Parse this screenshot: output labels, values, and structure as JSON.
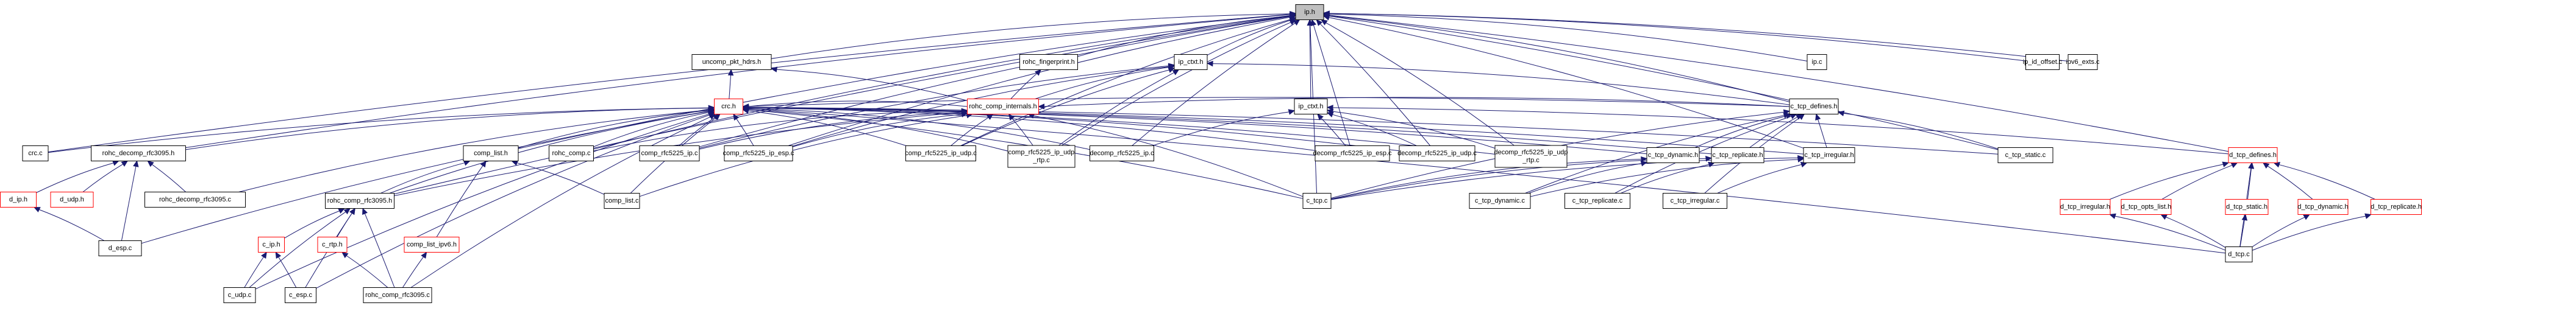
{
  "title": "ip.h include dependency graph",
  "colors": {
    "edge": "#191970",
    "root_fill": "#bfbfbf",
    "undocumented_border": "#ff0000",
    "documented_border": "#000000"
  },
  "root": "ip.h",
  "nodes": [
    {
      "id": "ip_h",
      "label": [
        "ip.h"
      ],
      "kind": "root"
    },
    {
      "id": "uncomp_pkt_hdrs_h",
      "label": [
        "uncomp_pkt_hdrs.h"
      ],
      "kind": "doc"
    },
    {
      "id": "rohc_fingerprint_h",
      "label": [
        "rohc_fingerprint.h"
      ],
      "kind": "doc"
    },
    {
      "id": "ip_ctxt_h_a",
      "label": [
        "ip_ctxt.h"
      ],
      "kind": "doc"
    },
    {
      "id": "ip_c",
      "label": [
        "ip.c"
      ],
      "kind": "doc"
    },
    {
      "id": "ip_id_offset_c",
      "label": [
        "ip_id_offset.c"
      ],
      "kind": "doc"
    },
    {
      "id": "ipv6_exts_c",
      "label": [
        "ipv6_exts.c"
      ],
      "kind": "doc"
    },
    {
      "id": "crc_h",
      "label": [
        "crc.h"
      ],
      "kind": "undoc"
    },
    {
      "id": "rohc_comp_internals_h",
      "label": [
        "rohc_comp_internals.h"
      ],
      "kind": "undoc"
    },
    {
      "id": "ip_ctxt_h_b",
      "label": [
        "ip_ctxt.h"
      ],
      "kind": "doc"
    },
    {
      "id": "c_tcp_defines_h",
      "label": [
        "c_tcp_defines.h"
      ],
      "kind": "doc"
    },
    {
      "id": "crc_c",
      "label": [
        "crc.c"
      ],
      "kind": "doc"
    },
    {
      "id": "rohc_decomp_rfc3095_h",
      "label": [
        "rohc_decomp_rfc3095.h"
      ],
      "kind": "doc"
    },
    {
      "id": "comp_list_h",
      "label": [
        "comp_list.h"
      ],
      "kind": "doc"
    },
    {
      "id": "rohc_comp_c",
      "label": [
        "rohc_comp.c"
      ],
      "kind": "doc"
    },
    {
      "id": "comp_rfc5225_ip_c",
      "label": [
        "comp_rfc5225_ip.c"
      ],
      "kind": "doc"
    },
    {
      "id": "comp_rfc5225_ip_esp_c",
      "label": [
        "comp_rfc5225_ip_esp.c"
      ],
      "kind": "doc"
    },
    {
      "id": "comp_rfc5225_ip_udp_c",
      "label": [
        "comp_rfc5225_ip_udp.c"
      ],
      "kind": "doc"
    },
    {
      "id": "comp_rfc5225_ip_udp_rtp_c",
      "label": [
        "comp_rfc5225_ip_udp",
        "_rtp.c"
      ],
      "kind": "doc"
    },
    {
      "id": "decomp_rfc5225_ip_c",
      "label": [
        "decomp_rfc5225_ip.c"
      ],
      "kind": "doc"
    },
    {
      "id": "decomp_rfc5225_ip_esp_c",
      "label": [
        "decomp_rfc5225_ip_esp.c"
      ],
      "kind": "doc"
    },
    {
      "id": "decomp_rfc5225_ip_udp_c",
      "label": [
        "decomp_rfc5225_ip_udp.c"
      ],
      "kind": "doc"
    },
    {
      "id": "decomp_rfc5225_ip_udp_rtp_c",
      "label": [
        "decomp_rfc5225_ip_udp",
        "_rtp.c"
      ],
      "kind": "doc"
    },
    {
      "id": "c_tcp_dynamic_h",
      "label": [
        "c_tcp_dynamic.h"
      ],
      "kind": "doc"
    },
    {
      "id": "c_tcp_replicate_h",
      "label": [
        "c_tcp_replicate.h"
      ],
      "kind": "doc"
    },
    {
      "id": "c_tcp_irregular_h",
      "label": [
        "c_tcp_irregular.h"
      ],
      "kind": "doc"
    },
    {
      "id": "c_tcp_static_c",
      "label": [
        "c_tcp_static.c"
      ],
      "kind": "doc"
    },
    {
      "id": "d_tcp_defines_h",
      "label": [
        "d_tcp_defines.h"
      ],
      "kind": "undoc"
    },
    {
      "id": "d_ip_h",
      "label": [
        "d_ip.h"
      ],
      "kind": "undoc"
    },
    {
      "id": "d_udp_h",
      "label": [
        "d_udp.h"
      ],
      "kind": "undoc"
    },
    {
      "id": "rohc_decomp_rfc3095_c",
      "label": [
        "rohc_decomp_rfc3095.c"
      ],
      "kind": "doc"
    },
    {
      "id": "rohc_comp_rfc3095_h",
      "label": [
        "rohc_comp_rfc3095.h"
      ],
      "kind": "doc"
    },
    {
      "id": "comp_list_c",
      "label": [
        "comp_list.c"
      ],
      "kind": "doc"
    },
    {
      "id": "c_tcp_c",
      "label": [
        "c_tcp.c"
      ],
      "kind": "doc"
    },
    {
      "id": "c_tcp_dynamic_c",
      "label": [
        "c_tcp_dynamic.c"
      ],
      "kind": "doc"
    },
    {
      "id": "c_tcp_replicate_c",
      "label": [
        "c_tcp_replicate.c"
      ],
      "kind": "doc"
    },
    {
      "id": "c_tcp_irregular_c",
      "label": [
        "c_tcp_irregular.c"
      ],
      "kind": "doc"
    },
    {
      "id": "d_tcp_irregular_h",
      "label": [
        "d_tcp_irregular.h"
      ],
      "kind": "undoc"
    },
    {
      "id": "d_tcp_opts_list_h",
      "label": [
        "d_tcp_opts_list.h"
      ],
      "kind": "undoc"
    },
    {
      "id": "d_tcp_static_h",
      "label": [
        "d_tcp_static.h"
      ],
      "kind": "undoc"
    },
    {
      "id": "d_tcp_dynamic_h",
      "label": [
        "d_tcp_dynamic.h"
      ],
      "kind": "undoc"
    },
    {
      "id": "d_tcp_replicate_h",
      "label": [
        "d_tcp_replicate.h"
      ],
      "kind": "undoc"
    },
    {
      "id": "d_esp_c",
      "label": [
        "d_esp.c"
      ],
      "kind": "doc"
    },
    {
      "id": "c_ip_h",
      "label": [
        "c_ip.h"
      ],
      "kind": "undoc"
    },
    {
      "id": "c_rtp_h",
      "label": [
        "c_rtp.h"
      ],
      "kind": "undoc"
    },
    {
      "id": "comp_list_ipv6_h",
      "label": [
        "comp_list_ipv6.h"
      ],
      "kind": "undoc"
    },
    {
      "id": "d_tcp_c",
      "label": [
        "d_tcp.c"
      ],
      "kind": "doc"
    },
    {
      "id": "c_udp_c",
      "label": [
        "c_udp.c"
      ],
      "kind": "doc"
    },
    {
      "id": "c_esp_c",
      "label": [
        "c_esp.c"
      ],
      "kind": "doc"
    },
    {
      "id": "rohc_comp_rfc3095_c",
      "label": [
        "rohc_comp_rfc3095.c"
      ],
      "kind": "doc"
    }
  ],
  "edges": [
    [
      "uncomp_pkt_hdrs_h",
      "ip_h"
    ],
    [
      "rohc_fingerprint_h",
      "ip_h"
    ],
    [
      "ip_ctxt_h_a",
      "ip_h"
    ],
    [
      "ip_c",
      "ip_h"
    ],
    [
      "ip_id_offset_c",
      "ip_h"
    ],
    [
      "ipv6_exts_c",
      "ip_h"
    ],
    [
      "crc_h",
      "uncomp_pkt_hdrs_h"
    ],
    [
      "rohc_comp_internals_h",
      "uncomp_pkt_hdrs_h"
    ],
    [
      "rohc_comp_internals_h",
      "rohc_fingerprint_h"
    ],
    [
      "rohc_comp_internals_h",
      "ip_ctxt_h_a"
    ],
    [
      "rohc_comp_internals_h",
      "crc_h"
    ],
    [
      "ip_ctxt_h_b",
      "ip_h"
    ],
    [
      "c_tcp_defines_h",
      "ip_h"
    ],
    [
      "c_tcp_defines_h",
      "ip_ctxt_h_a"
    ],
    [
      "c_tcp_defines_h",
      "rohc_comp_internals_h"
    ],
    [
      "c_tcp_defines_h",
      "crc_h"
    ],
    [
      "crc_c",
      "crc_h"
    ],
    [
      "crc_c",
      "ip_h"
    ],
    [
      "rohc_decomp_rfc3095_h",
      "ip_h"
    ],
    [
      "rohc_decomp_rfc3095_h",
      "crc_h"
    ],
    [
      "comp_list_h",
      "crc_h"
    ],
    [
      "comp_list_h",
      "ip_h"
    ],
    [
      "rohc_comp_c",
      "crc_h"
    ],
    [
      "rohc_comp_c",
      "rohc_comp_internals_h"
    ],
    [
      "rohc_comp_c",
      "ip_h"
    ],
    [
      "comp_rfc5225_ip_c",
      "crc_h"
    ],
    [
      "comp_rfc5225_ip_c",
      "rohc_comp_internals_h"
    ],
    [
      "comp_rfc5225_ip_c",
      "ip_ctxt_h_a"
    ],
    [
      "comp_rfc5225_ip_c",
      "ip_h"
    ],
    [
      "comp_rfc5225_ip_esp_c",
      "crc_h"
    ],
    [
      "comp_rfc5225_ip_esp_c",
      "rohc_comp_internals_h"
    ],
    [
      "comp_rfc5225_ip_esp_c",
      "ip_ctxt_h_a"
    ],
    [
      "comp_rfc5225_ip_esp_c",
      "ip_h"
    ],
    [
      "comp_rfc5225_ip_udp_c",
      "crc_h"
    ],
    [
      "comp_rfc5225_ip_udp_c",
      "rohc_comp_internals_h"
    ],
    [
      "comp_rfc5225_ip_udp_c",
      "ip_ctxt_h_a"
    ],
    [
      "comp_rfc5225_ip_udp_c",
      "ip_h"
    ],
    [
      "comp_rfc5225_ip_udp_rtp_c",
      "crc_h"
    ],
    [
      "comp_rfc5225_ip_udp_rtp_c",
      "rohc_comp_internals_h"
    ],
    [
      "comp_rfc5225_ip_udp_rtp_c",
      "ip_ctxt_h_a"
    ],
    [
      "comp_rfc5225_ip_udp_rtp_c",
      "ip_h"
    ],
    [
      "decomp_rfc5225_ip_c",
      "crc_h"
    ],
    [
      "decomp_rfc5225_ip_c",
      "ip_ctxt_h_b"
    ],
    [
      "decomp_rfc5225_ip_c",
      "ip_h"
    ],
    [
      "decomp_rfc5225_ip_esp_c",
      "crc_h"
    ],
    [
      "decomp_rfc5225_ip_esp_c",
      "ip_ctxt_h_b"
    ],
    [
      "decomp_rfc5225_ip_esp_c",
      "ip_h"
    ],
    [
      "decomp_rfc5225_ip_udp_c",
      "crc_h"
    ],
    [
      "decomp_rfc5225_ip_udp_c",
      "ip_ctxt_h_b"
    ],
    [
      "decomp_rfc5225_ip_udp_c",
      "ip_h"
    ],
    [
      "decomp_rfc5225_ip_udp_rtp_c",
      "crc_h"
    ],
    [
      "decomp_rfc5225_ip_udp_rtp_c",
      "ip_ctxt_h_b"
    ],
    [
      "decomp_rfc5225_ip_udp_rtp_c",
      "ip_h"
    ],
    [
      "c_tcp_dynamic_h",
      "c_tcp_defines_h"
    ],
    [
      "c_tcp_dynamic_h",
      "crc_h"
    ],
    [
      "c_tcp_replicate_h",
      "c_tcp_defines_h"
    ],
    [
      "c_tcp_replicate_h",
      "crc_h"
    ],
    [
      "c_tcp_irregular_h",
      "c_tcp_defines_h"
    ],
    [
      "c_tcp_irregular_h",
      "crc_h"
    ],
    [
      "c_tcp_irregular_h",
      "ip_h"
    ],
    [
      "c_tcp_static_c",
      "c_tcp_defines_h"
    ],
    [
      "c_tcp_static_c",
      "ip_h"
    ],
    [
      "c_tcp_static_c",
      "crc_h"
    ],
    [
      "d_tcp_defines_h",
      "ip_h"
    ],
    [
      "d_tcp_defines_h",
      "ip_ctxt_h_b"
    ],
    [
      "d_ip_h",
      "rohc_decomp_rfc3095_h"
    ],
    [
      "d_udp_h",
      "rohc_decomp_rfc3095_h"
    ],
    [
      "rohc_decomp_rfc3095_c",
      "rohc_decomp_rfc3095_h"
    ],
    [
      "rohc_decomp_rfc3095_c",
      "crc_h"
    ],
    [
      "rohc_comp_rfc3095_h",
      "crc_h"
    ],
    [
      "rohc_comp_rfc3095_h",
      "rohc_comp_internals_h"
    ],
    [
      "rohc_comp_rfc3095_h",
      "comp_list_h"
    ],
    [
      "rohc_comp_rfc3095_h",
      "ip_h"
    ],
    [
      "comp_list_c",
      "comp_list_h"
    ],
    [
      "comp_list_c",
      "crc_h"
    ],
    [
      "comp_list_c",
      "rohc_comp_internals_h"
    ],
    [
      "c_tcp_c",
      "c_tcp_defines_h"
    ],
    [
      "c_tcp_c",
      "c_tcp_dynamic_h"
    ],
    [
      "c_tcp_c",
      "c_tcp_replicate_h"
    ],
    [
      "c_tcp_c",
      "c_tcp_irregular_h"
    ],
    [
      "c_tcp_c",
      "crc_h"
    ],
    [
      "c_tcp_c",
      "rohc_comp_internals_h"
    ],
    [
      "c_tcp_c",
      "ip_h"
    ],
    [
      "c_tcp_dynamic_c",
      "c_tcp_dynamic_h"
    ],
    [
      "c_tcp_dynamic_c",
      "c_tcp_defines_h"
    ],
    [
      "c_tcp_dynamic_c",
      "c_tcp_irregular_h"
    ],
    [
      "c_tcp_replicate_c",
      "c_tcp_replicate_h"
    ],
    [
      "c_tcp_replicate_c",
      "c_tcp_defines_h"
    ],
    [
      "c_tcp_irregular_c",
      "c_tcp_irregular_h"
    ],
    [
      "c_tcp_irregular_c",
      "c_tcp_defines_h"
    ],
    [
      "d_tcp_irregular_h",
      "d_tcp_defines_h"
    ],
    [
      "d_tcp_opts_list_h",
      "d_tcp_defines_h"
    ],
    [
      "d_tcp_static_h",
      "d_tcp_defines_h"
    ],
    [
      "d_tcp_dynamic_h",
      "d_tcp_defines_h"
    ],
    [
      "d_tcp_replicate_h",
      "d_tcp_defines_h"
    ],
    [
      "d_esp_c",
      "d_ip_h"
    ],
    [
      "d_esp_c",
      "rohc_decomp_rfc3095_h"
    ],
    [
      "d_esp_c",
      "crc_h"
    ],
    [
      "c_ip_h",
      "rohc_comp_rfc3095_h"
    ],
    [
      "c_rtp_h",
      "rohc_comp_rfc3095_h"
    ],
    [
      "comp_list_ipv6_h",
      "comp_list_h"
    ],
    [
      "d_tcp_c",
      "d_tcp_irregular_h"
    ],
    [
      "d_tcp_c",
      "d_tcp_opts_list_h"
    ],
    [
      "d_tcp_c",
      "d_tcp_defines_h"
    ],
    [
      "d_tcp_c",
      "d_tcp_static_h"
    ],
    [
      "d_tcp_c",
      "d_tcp_dynamic_h"
    ],
    [
      "d_tcp_c",
      "d_tcp_replicate_h"
    ],
    [
      "d_tcp_c",
      "crc_h"
    ],
    [
      "c_udp_c",
      "c_ip_h"
    ],
    [
      "c_udp_c",
      "rohc_comp_rfc3095_h"
    ],
    [
      "c_udp_c",
      "crc_h"
    ],
    [
      "c_esp_c",
      "c_ip_h"
    ],
    [
      "c_esp_c",
      "rohc_comp_rfc3095_h"
    ],
    [
      "c_esp_c",
      "crc_h"
    ],
    [
      "rohc_comp_rfc3095_c",
      "rohc_comp_rfc3095_h"
    ],
    [
      "rohc_comp_rfc3095_c",
      "c_rtp_h"
    ],
    [
      "rohc_comp_rfc3095_c",
      "comp_list_ipv6_h"
    ],
    [
      "rohc_comp_rfc3095_c",
      "crc_h"
    ]
  ]
}
